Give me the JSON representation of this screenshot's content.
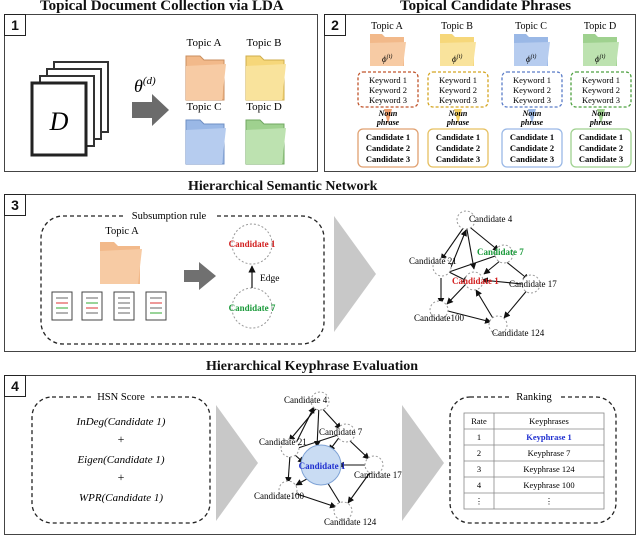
{
  "sections": {
    "s1": {
      "num": "1",
      "title": "Topical Document Collection via LDA"
    },
    "s2": {
      "num": "2",
      "title": "Topical Candidate Phrases"
    },
    "s3": {
      "num": "3",
      "title": "Hierarchical Semantic Network"
    },
    "s4": {
      "num": "4",
      "title": "Hierarchical Keyphrase Evaluation"
    }
  },
  "panel1": {
    "doc_letter": "D",
    "theta": "θ",
    "theta_sup": "(d)",
    "topics": [
      "Topic A",
      "Topic B",
      "Topic C",
      "Topic D"
    ]
  },
  "panel2": {
    "phi": "ϕ",
    "phi_sup": "(t)",
    "noun_phrase": [
      "Noun",
      "phrase"
    ],
    "columns": [
      {
        "topic": "Topic A",
        "keywords": [
          "Keyword 1",
          "Keyword 2",
          "Keyword 3"
        ],
        "candidates": [
          "Candidate 1",
          "Candidate 2",
          "Candidate 3"
        ]
      },
      {
        "topic": "Topic B",
        "keywords": [
          "Keyword 1",
          "Keyword 2",
          "Keyword 3"
        ],
        "candidates": [
          "Candidate 1",
          "Candidate 2",
          "Candidate 3"
        ]
      },
      {
        "topic": "Topic C",
        "keywords": [
          "Keyword 1",
          "Keyword 2",
          "Keyword 3"
        ],
        "candidates": [
          "Candidate 1",
          "Candidate 2",
          "Candidate 3"
        ]
      },
      {
        "topic": "Topic D",
        "keywords": [
          "Keyword 1",
          "Keyword 2",
          "Keyword 3"
        ],
        "candidates": [
          "Candidate 1",
          "Candidate 2",
          "Candidate 3"
        ]
      }
    ]
  },
  "panel3": {
    "rule_label": "Subsumption rule",
    "topic": "Topic A",
    "node_top": "Candidate 1",
    "node_bottom": "Candidate 7",
    "edge_label": "Edge",
    "network_nodes": [
      "Candidate 4",
      "Candidate 21",
      "Candidate 7",
      "Candidate 1",
      "Candidate 17",
      "Candidate100",
      "Candidate 124"
    ]
  },
  "panel4": {
    "score_title": "HSN Score",
    "terms": [
      "InDeg(Candidate 1)",
      "+",
      "Eigen(Candidate 1)",
      "+",
      "WPR(Candidate 1)"
    ],
    "network_nodes": [
      "Candidate 4",
      "Candidate 21",
      "Candidate 7",
      "Candidate 1",
      "Candidate 17",
      "Candidate100",
      "Candidate 124"
    ],
    "ranking_title": "Ranking",
    "table_headers": [
      "Rate",
      "Keyphrases"
    ],
    "table_rows": [
      [
        "1",
        "Keyphrase 1"
      ],
      [
        "2",
        "Keyphrase 7"
      ],
      [
        "3",
        "Keyphrase 124"
      ],
      [
        "4",
        "Keyphrase 100"
      ],
      [
        "⋮",
        "⋮"
      ]
    ]
  },
  "colors": {
    "red": "#d22020",
    "green": "#1a9a3a",
    "blue": "#2030d0",
    "folder_orange": "#f2b98a",
    "folder_yellow": "#f6d77a",
    "folder_blue": "#9ab8e6",
    "folder_green": "#9fd18f",
    "grey_arrow": "#c8c8c8"
  }
}
